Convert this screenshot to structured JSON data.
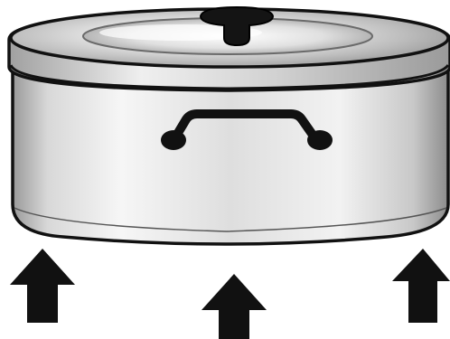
{
  "figure": {
    "subject": "cooking-pot",
    "colors": {
      "background": "#ffffff",
      "outline": "#111111",
      "metal_light": "#f4f4f4",
      "metal_mid": "#cfcfcf",
      "metal_dark": "#8a8a8a",
      "arrow_fill": "#111111"
    },
    "icons": {
      "pot": "pot-icon",
      "lid": "lid-icon",
      "handle": "side-handle-icon",
      "arrow": "arrow-up-icon"
    },
    "arrows": [
      {
        "id": "left",
        "direction": "up"
      },
      {
        "id": "center",
        "direction": "up"
      },
      {
        "id": "right",
        "direction": "up"
      }
    ]
  }
}
